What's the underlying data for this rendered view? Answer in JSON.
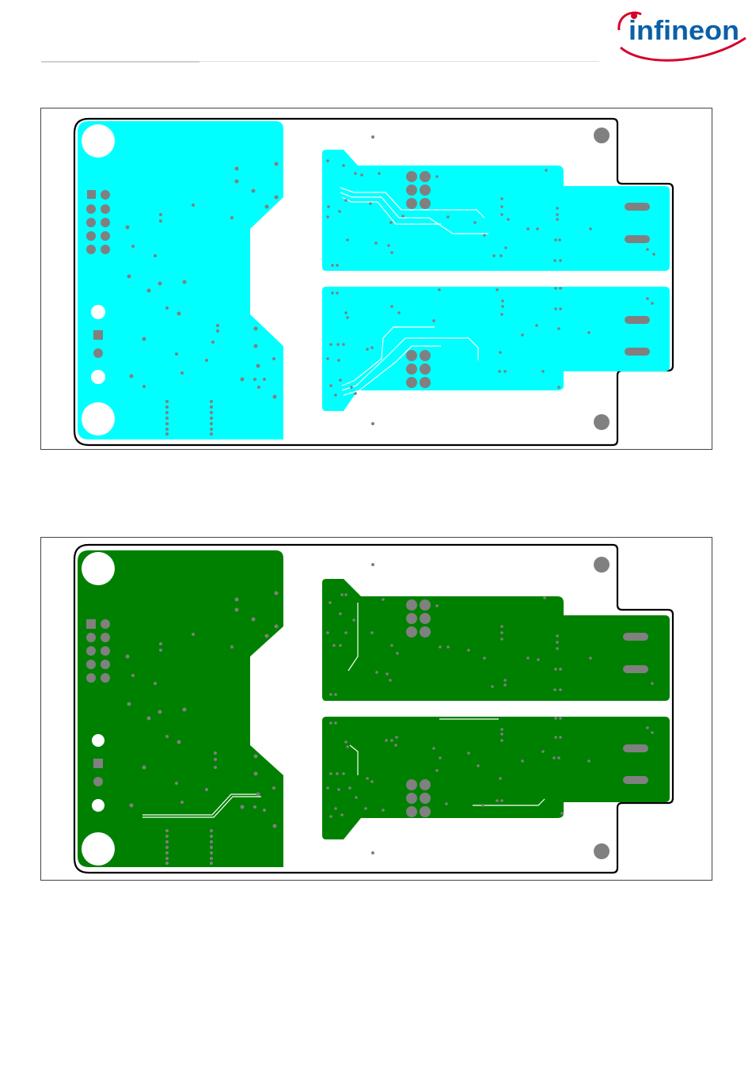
{
  "header": {
    "logo_text": "infineon",
    "brand_color": "#0a5fa8",
    "swoosh_color": "#d7002a"
  },
  "figures": [
    {
      "id": "top-layer",
      "copper_color": "#00ffff"
    },
    {
      "id": "bottom-layer",
      "copper_color": "#008000"
    }
  ],
  "board": {
    "outline_color": "#000000",
    "hole_color": "#808080"
  }
}
